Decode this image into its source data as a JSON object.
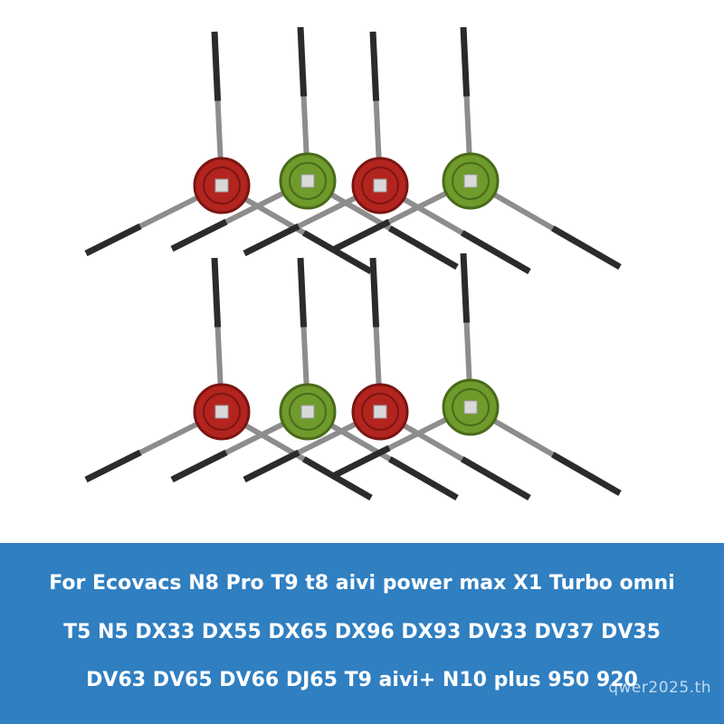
{
  "product": {
    "title_lines": [
      "For Ecovacs N8 Pro T9 t8 aivi power max X1 Turbo omni",
      "T5 N5 DX33 DX55 DX65 DX96 DX93 DV33 DV37 DV35",
      "DV63 DV65 DV66 DJ65 T9 aivi+ N10 plus 950 920"
    ],
    "watermark": "qwer2025.th"
  },
  "colors": {
    "caption_background": "#2f7fc1",
    "caption_text": "#ffffff",
    "brush_red": "#b3241f",
    "brush_green": "#6f9a2c",
    "bristles": "#2b2b2b",
    "arm": "#8d8d8d"
  },
  "brushes": [
    {
      "color": "red"
    },
    {
      "color": "green"
    },
    {
      "color": "red"
    },
    {
      "color": "green"
    },
    {
      "color": "red"
    },
    {
      "color": "green"
    },
    {
      "color": "red"
    },
    {
      "color": "green"
    }
  ]
}
